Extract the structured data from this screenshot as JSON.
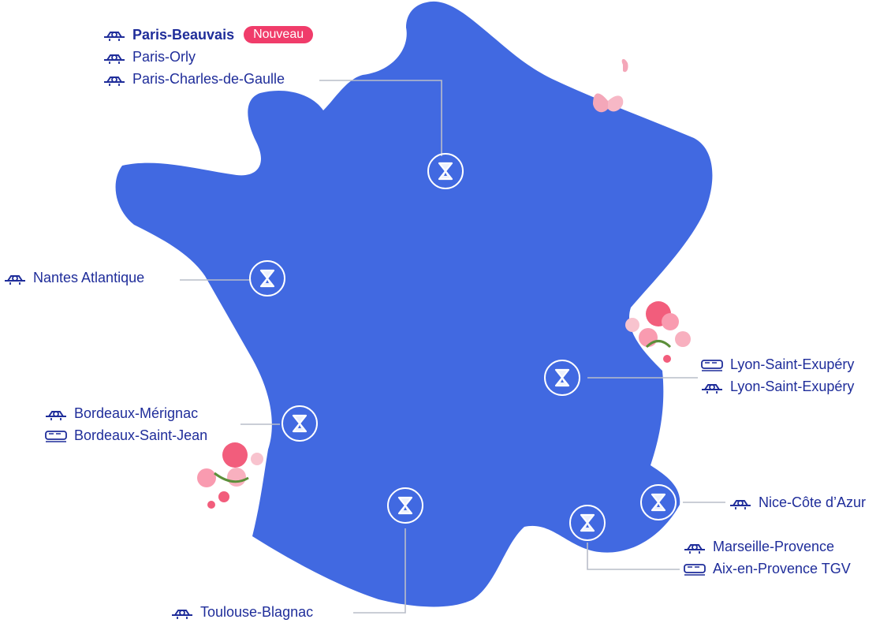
{
  "colors": {
    "land": "#4169e1",
    "label": "#1f2d9a",
    "badge": "#f03c6a",
    "connector": "#b9bdc9"
  },
  "labels": {
    "paris_beauvais": "Paris-Beauvais",
    "nouveau_badge": "Nouveau",
    "paris_orly": "Paris-Orly",
    "paris_cdg": "Paris-Charles-de-Gaulle",
    "nantes": "Nantes Atlantique",
    "lyon_train": "Lyon-Saint-Exupéry",
    "lyon_plane": "Lyon-Saint-Exupéry",
    "bordeaux_merignac": "Bordeaux-Mérignac",
    "bordeaux_saint_jean": "Bordeaux-Saint-Jean",
    "nice": "Nice-Côte d’Azur",
    "marseille": "Marseille-Provence",
    "aix": "Aix-en-Provence TGV",
    "toulouse": "Toulouse-Blagnac"
  },
  "icons": {
    "plane": "plane-icon",
    "train": "train-icon",
    "station": "station-marker-icon"
  }
}
